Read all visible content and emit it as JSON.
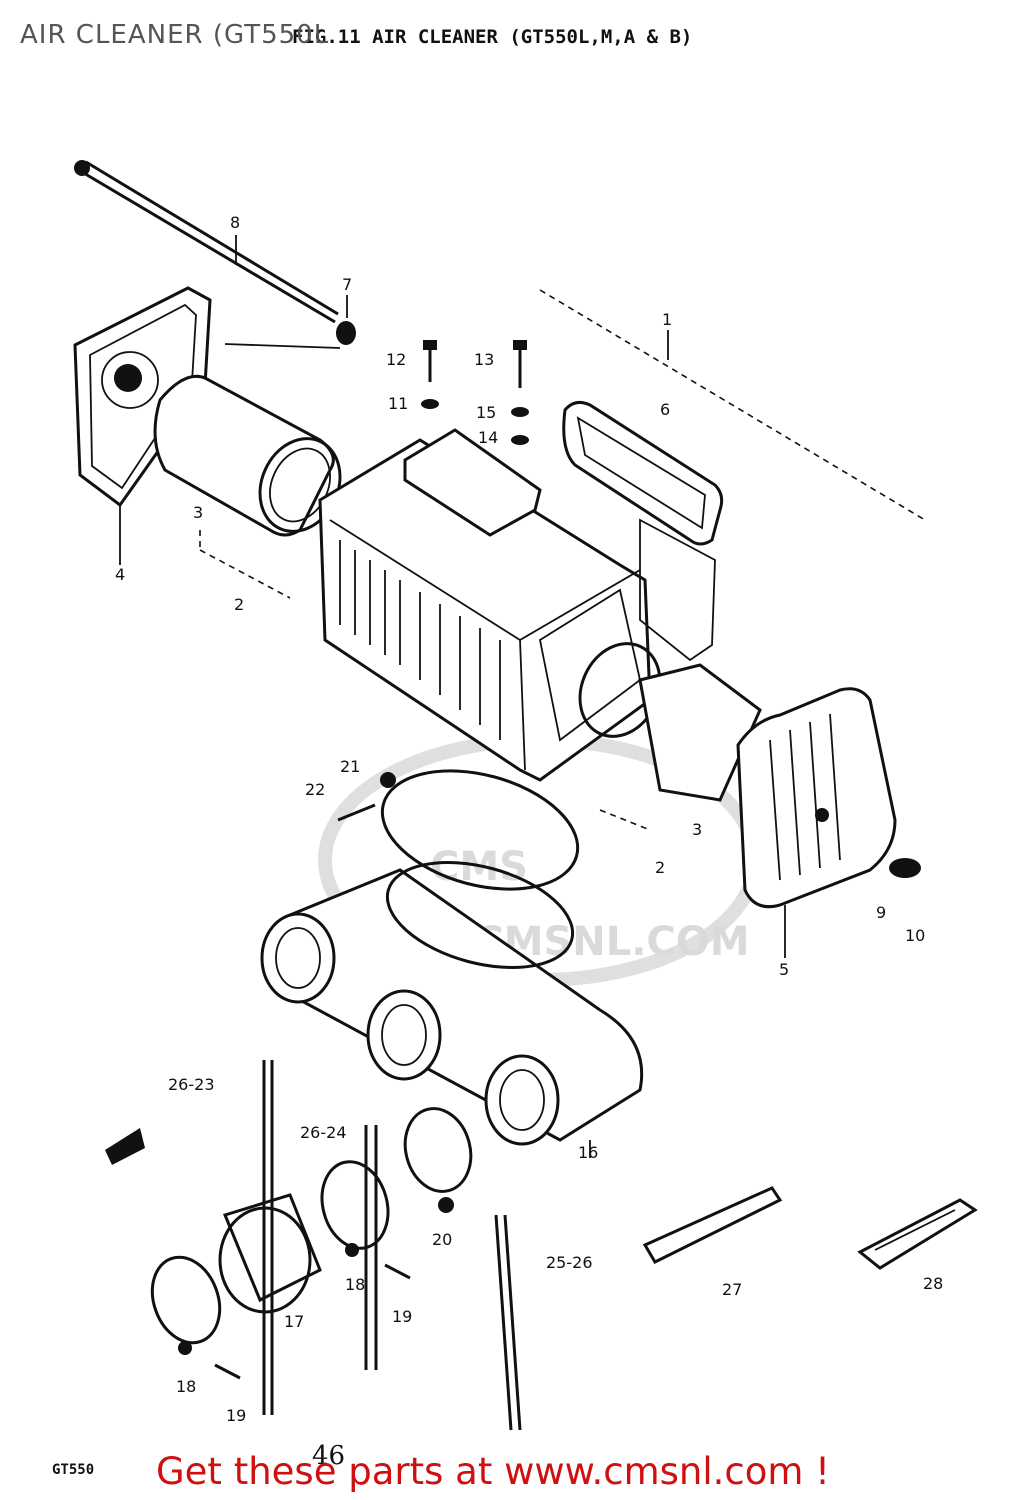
{
  "page": {
    "title": "AIR CLEANER (GT550L",
    "figure_title": "FIG.11  AIR CLEANER (GT550L,M,A & B)",
    "model_code": "GT550",
    "page_number": "46",
    "watermark": "WWW.CMSNL.COM",
    "watermark_logo": "CMS",
    "footer_link": "Get these parts at www.cmsnl.com !"
  },
  "callouts": [
    {
      "id": "c1",
      "text": "1"
    },
    {
      "id": "c2a",
      "text": "2"
    },
    {
      "id": "c2b",
      "text": "2"
    },
    {
      "id": "c3a",
      "text": "3"
    },
    {
      "id": "c3b",
      "text": "3"
    },
    {
      "id": "c4",
      "text": "4"
    },
    {
      "id": "c5",
      "text": "5"
    },
    {
      "id": "c6",
      "text": "6"
    },
    {
      "id": "c7",
      "text": "7"
    },
    {
      "id": "c8",
      "text": "8"
    },
    {
      "id": "c9",
      "text": "9"
    },
    {
      "id": "c10",
      "text": "10"
    },
    {
      "id": "c11",
      "text": "11"
    },
    {
      "id": "c12",
      "text": "12"
    },
    {
      "id": "c13",
      "text": "13"
    },
    {
      "id": "c14",
      "text": "14"
    },
    {
      "id": "c15",
      "text": "15"
    },
    {
      "id": "c16",
      "text": "16"
    },
    {
      "id": "c17",
      "text": "17"
    },
    {
      "id": "c18a",
      "text": "18"
    },
    {
      "id": "c18b",
      "text": "18"
    },
    {
      "id": "c19a",
      "text": "19"
    },
    {
      "id": "c19b",
      "text": "19"
    },
    {
      "id": "c20",
      "text": "20"
    },
    {
      "id": "c21",
      "text": "21"
    },
    {
      "id": "c22",
      "text": "22"
    },
    {
      "id": "c2326",
      "text": "26-23"
    },
    {
      "id": "c2426",
      "text": "26-24"
    },
    {
      "id": "c2526",
      "text": "25-26"
    },
    {
      "id": "c27",
      "text": "27"
    },
    {
      "id": "c28",
      "text": "28"
    }
  ]
}
